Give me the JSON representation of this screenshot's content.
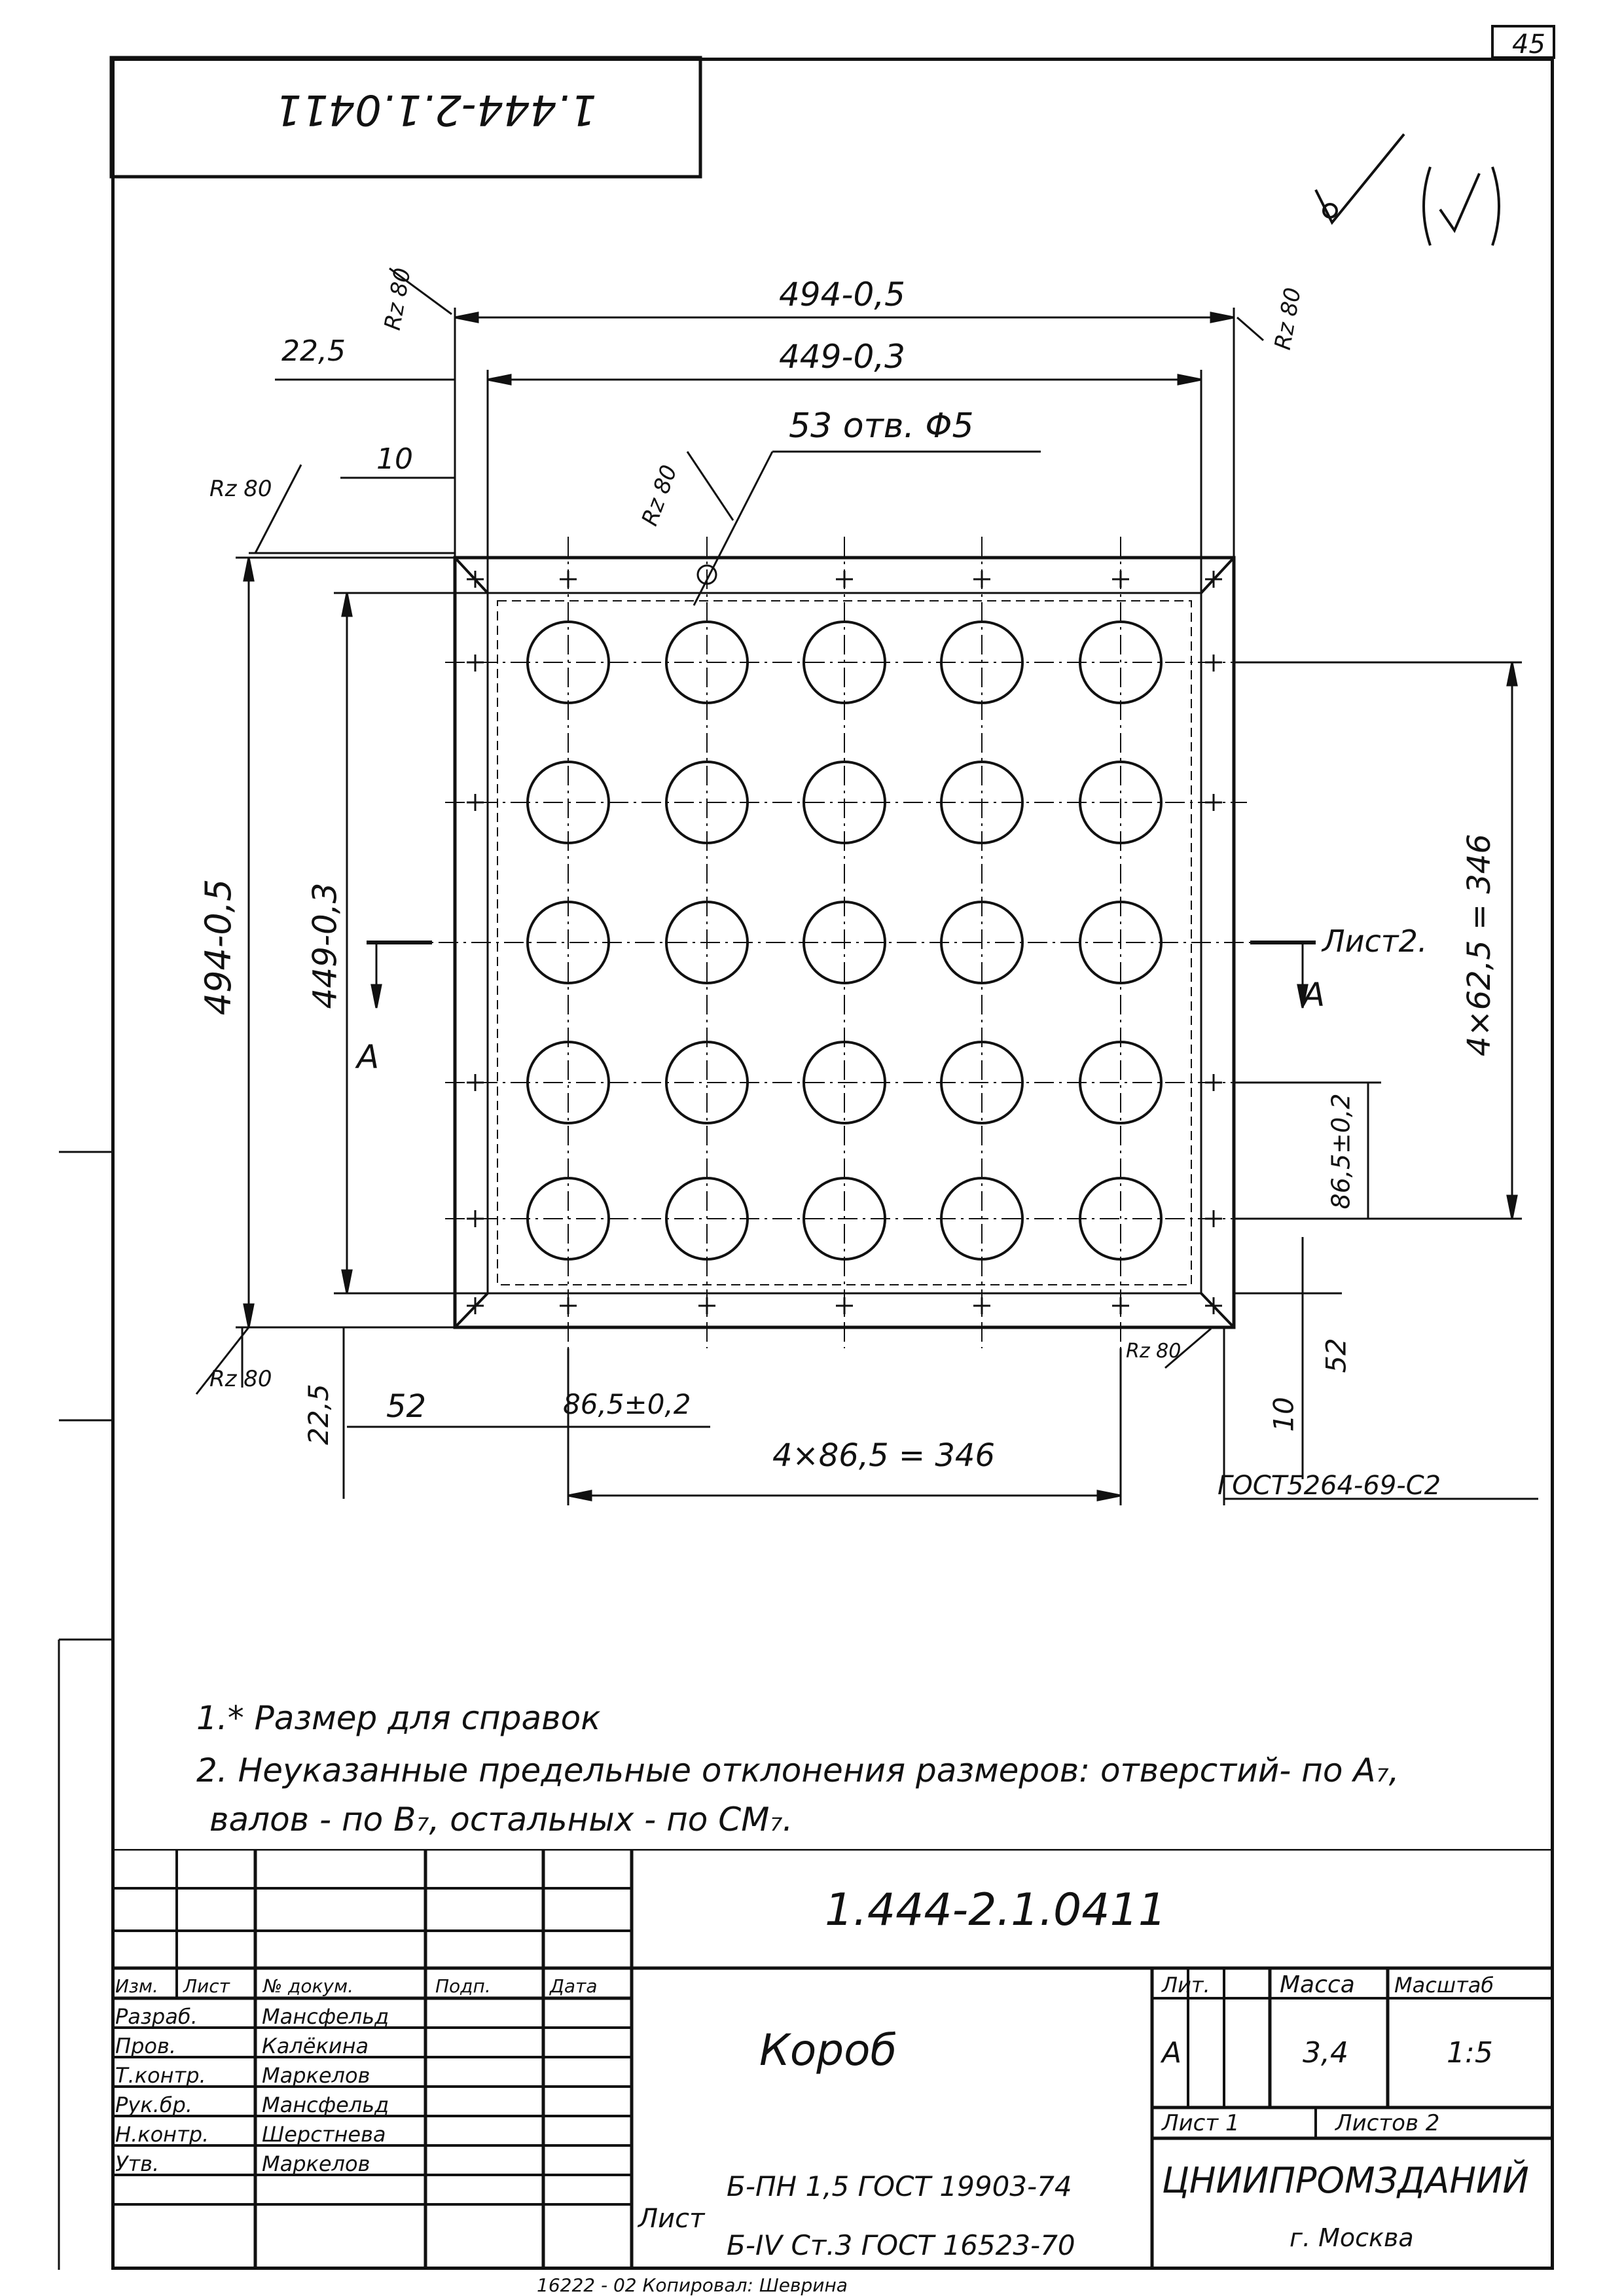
{
  "sheet": {
    "corner_number": "45",
    "code_rotated": "1.444-2.1.0411",
    "roughness_mark": "Rz 80",
    "weld_note": "ГОСТ5264-69-С2",
    "section_label": "А",
    "section_ref": "Лист2."
  },
  "dimensions": {
    "top_outer": "494-0,5",
    "top_inner": "449-0,3",
    "holes_callout": "53 отв. Φ5",
    "left_offset": "22,5",
    "left_ten": "10",
    "left_outer": "494-0,5",
    "left_inner": "449-0,3",
    "right_chain": "4×62,5 = 346",
    "right_step": "86,5±0,2",
    "bottom_left_52": "52",
    "bottom_step": "86,5±0,2",
    "bottom_chain": "4×86,5 = 346",
    "bottom_22": "22,5",
    "bottom_right_10": "10",
    "bottom_right_52": "52"
  },
  "notes": {
    "note1": "1.* Размер для справок",
    "note2_line1": "2.  Неуказанные предельные отклонения размеров: отверстий- по А₇,",
    "note2_line2": "валов - по В₇,  остальных - по СМ₇."
  },
  "title_block": {
    "doc_code": "1.444-2.1.0411",
    "part_name": "Короб",
    "headers": {
      "izm": "Изм.",
      "list": "Лист",
      "ndoc": "№ докум.",
      "podp": "Подп.",
      "data": "Дата"
    },
    "roles": [
      {
        "role": "Разраб.",
        "name": "Мансфельд"
      },
      {
        "role": "Пров.",
        "name": "Калёкина"
      },
      {
        "role": "Т.контр.",
        "name": "Маркелов"
      },
      {
        "role": "Рук.бр.",
        "name": "Мансфельд"
      },
      {
        "role": "Н.контр.",
        "name": "Шерстнева"
      },
      {
        "role": "Утв.",
        "name": "Маркелов"
      }
    ],
    "lit_label": "Лит.",
    "lit_value": "А",
    "mass_label": "Масса",
    "mass_value": "3,4",
    "scale_label": "Масштаб",
    "scale_value": "1:5",
    "sheet_label": "Лист 1",
    "sheets_label": "Листов 2",
    "material_prefix": "Лист",
    "material_1": "Б-ПН 1,5 ГОСТ 19903-74",
    "material_2": "Б-IV Ст.3 ГОСТ 16523-70",
    "org": "ЦНИИПРОМЗДАНИЙ",
    "city": "г. Москва",
    "bottom_strip": "16222 - 02    Копировал: Шеврина"
  }
}
